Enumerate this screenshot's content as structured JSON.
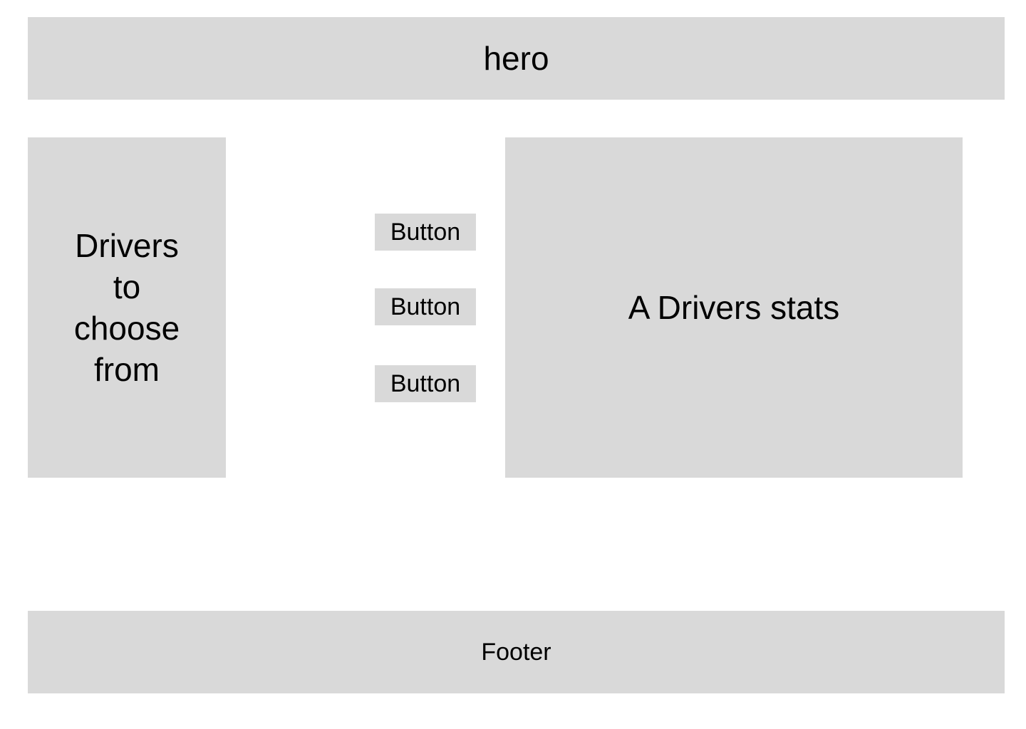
{
  "hero": {
    "label": "hero"
  },
  "drivers_list": {
    "label": "Drivers to choose from"
  },
  "actions": {
    "buttons": [
      {
        "label": "Button"
      },
      {
        "label": "Button"
      },
      {
        "label": "Button"
      }
    ]
  },
  "stats_panel": {
    "label": "A Drivers stats"
  },
  "footer": {
    "label": "Footer"
  },
  "colors": {
    "placeholder_fill": "#d9d9d9",
    "background": "#ffffff",
    "text": "#000000"
  }
}
